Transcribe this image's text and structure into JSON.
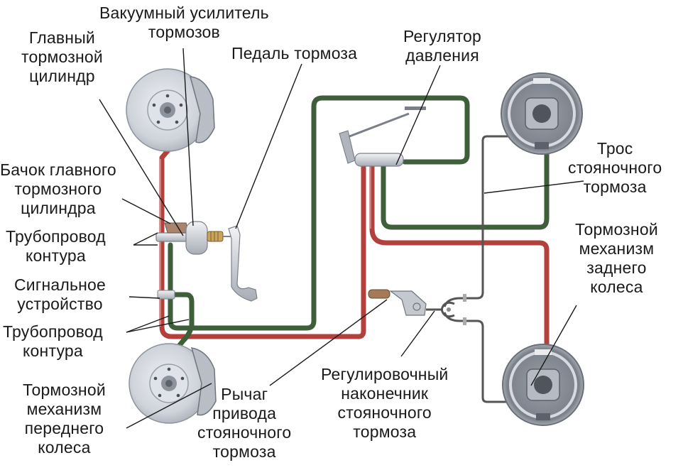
{
  "colors": {
    "red_circuit": "#b4403c",
    "green_circuit": "#3f5e3a",
    "cable": "#555555",
    "metal": "#c8ccd4",
    "leader": "#1a1a1a"
  },
  "labels": {
    "vacuum_booster": [
      "Вакуумный усилитель",
      "тормозов"
    ],
    "master_cylinder": [
      "Главный",
      "тормозной",
      "цилиндр"
    ],
    "brake_pedal": [
      "Педаль тормоза"
    ],
    "pressure_regulator": [
      "Регулятор",
      "давления"
    ],
    "reservoir": [
      "Бачок главного",
      "тормозного",
      "цилиндра"
    ],
    "circuit_pipe_top": [
      "Трубопровод",
      "контура"
    ],
    "signal_device": [
      "Сигнальное",
      "устройство"
    ],
    "circuit_pipe_bottom": [
      "Трубопровод",
      "контура"
    ],
    "front_brake": [
      "Тормозной",
      "механизм",
      "переднего",
      "колеса"
    ],
    "parking_lever": [
      "Рычаг",
      "привода",
      "стояночного",
      "тормоза"
    ],
    "adjusting_tip": [
      "Регулировочный",
      "наконечник",
      "стояночного",
      "тормоза"
    ],
    "parking_cable": [
      "Трос",
      "стояночного",
      "тормоза"
    ],
    "rear_brake": [
      "Тормозной",
      "механизм",
      "заднего",
      "колеса"
    ]
  }
}
